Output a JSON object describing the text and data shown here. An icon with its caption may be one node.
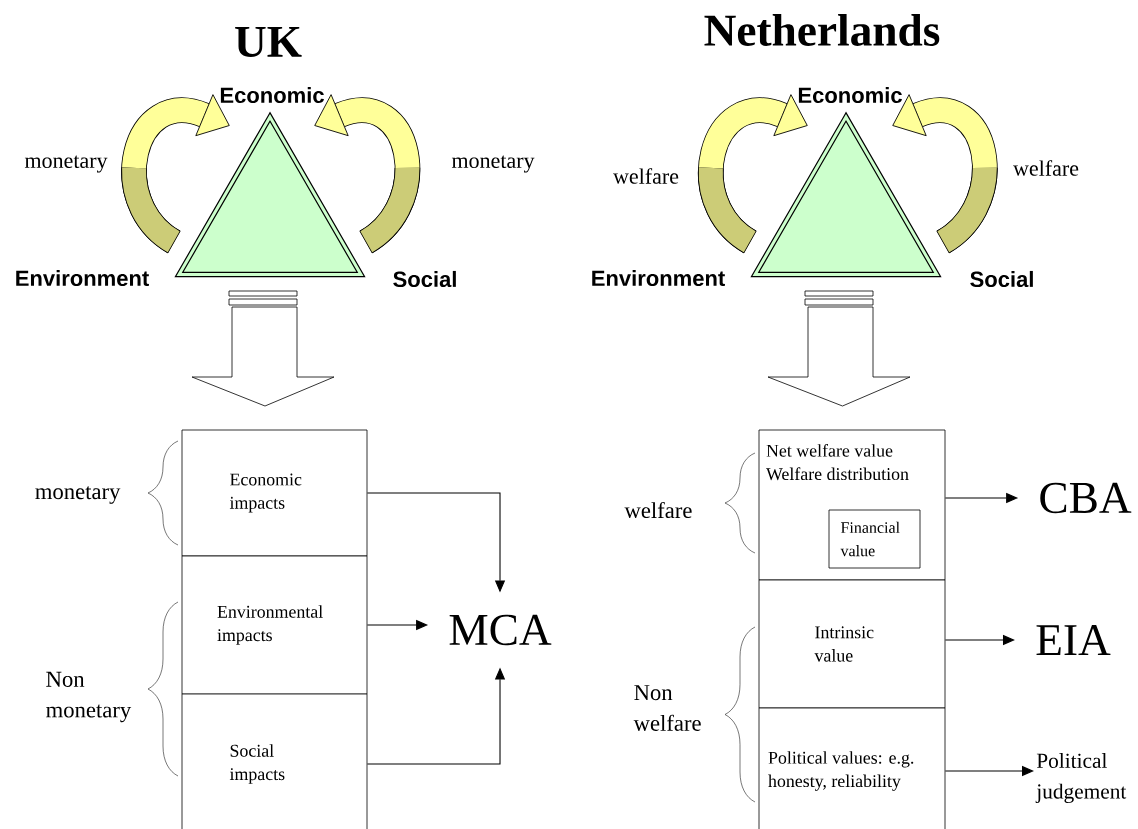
{
  "diagram": {
    "nodes": [
      {
        "text": [
          "Economic"
        ]
      },
      {
        "text": [
          "Environment"
        ]
      },
      {
        "text": [
          "Social"
        ]
      },
      {
        "text": [],
        "shape": "triangle"
      },
      {
        "text": [
          "Economic impacts"
        ]
      },
      {
        "text": [
          "Environmental impacts"
        ]
      },
      {
        "text": [
          "Social impacts"
        ]
      },
      {
        "text": [
          "MCA"
        ]
      },
      {
        "text": [
          "Economic"
        ]
      },
      {
        "text": [
          "Environment"
        ]
      },
      {
        "text": [
          "Social"
        ]
      },
      {
        "text": [],
        "shape": "triangle"
      },
      {
        "text": [
          "Net welfare value",
          "Welfare distribution"
        ]
      },
      {
        "text": [
          "Financial value"
        ],
        "in": 12
      },
      {
        "text": [
          "Intrinsic value"
        ]
      },
      {
        "text": [
          "Political values: e.g. honesty, reliability"
        ]
      },
      {
        "text": [
          "CBA"
        ]
      },
      {
        "text": [
          "EIA"
        ]
      },
      {
        "text": [
          "Political judgement"
        ]
      }
    ],
    "edges": [
      {
        "from": 1,
        "to": 0,
        "arrow": "to",
        "label": "monetary",
        "style": "thick"
      },
      {
        "from": 2,
        "to": 0,
        "arrow": "to",
        "label": "monetary",
        "style": "thick"
      },
      {
        "from": 3,
        "to": 4,
        "arrow": "to",
        "style": "thick"
      },
      {
        "from": 4,
        "to": 7,
        "arrow": "to"
      },
      {
        "from": 5,
        "to": 7,
        "arrow": "to"
      },
      {
        "from": 6,
        "to": 7,
        "arrow": "to"
      },
      {
        "from": 9,
        "to": 8,
        "arrow": "to",
        "label": "welfare",
        "style": "thick"
      },
      {
        "from": 10,
        "to": 8,
        "arrow": "to",
        "label": "welfare",
        "style": "thick"
      },
      {
        "from": 11,
        "to": 12,
        "arrow": "to",
        "style": "thick"
      },
      {
        "from": 12,
        "to": 16,
        "arrow": "to"
      },
      {
        "from": 14,
        "to": 17,
        "arrow": "to"
      },
      {
        "from": 15,
        "to": 18,
        "arrow": "to"
      }
    ],
    "labels": [
      "UK",
      "Netherlands",
      "monetary",
      "welfare",
      "Non monetary",
      "Non welfare"
    ]
  }
}
